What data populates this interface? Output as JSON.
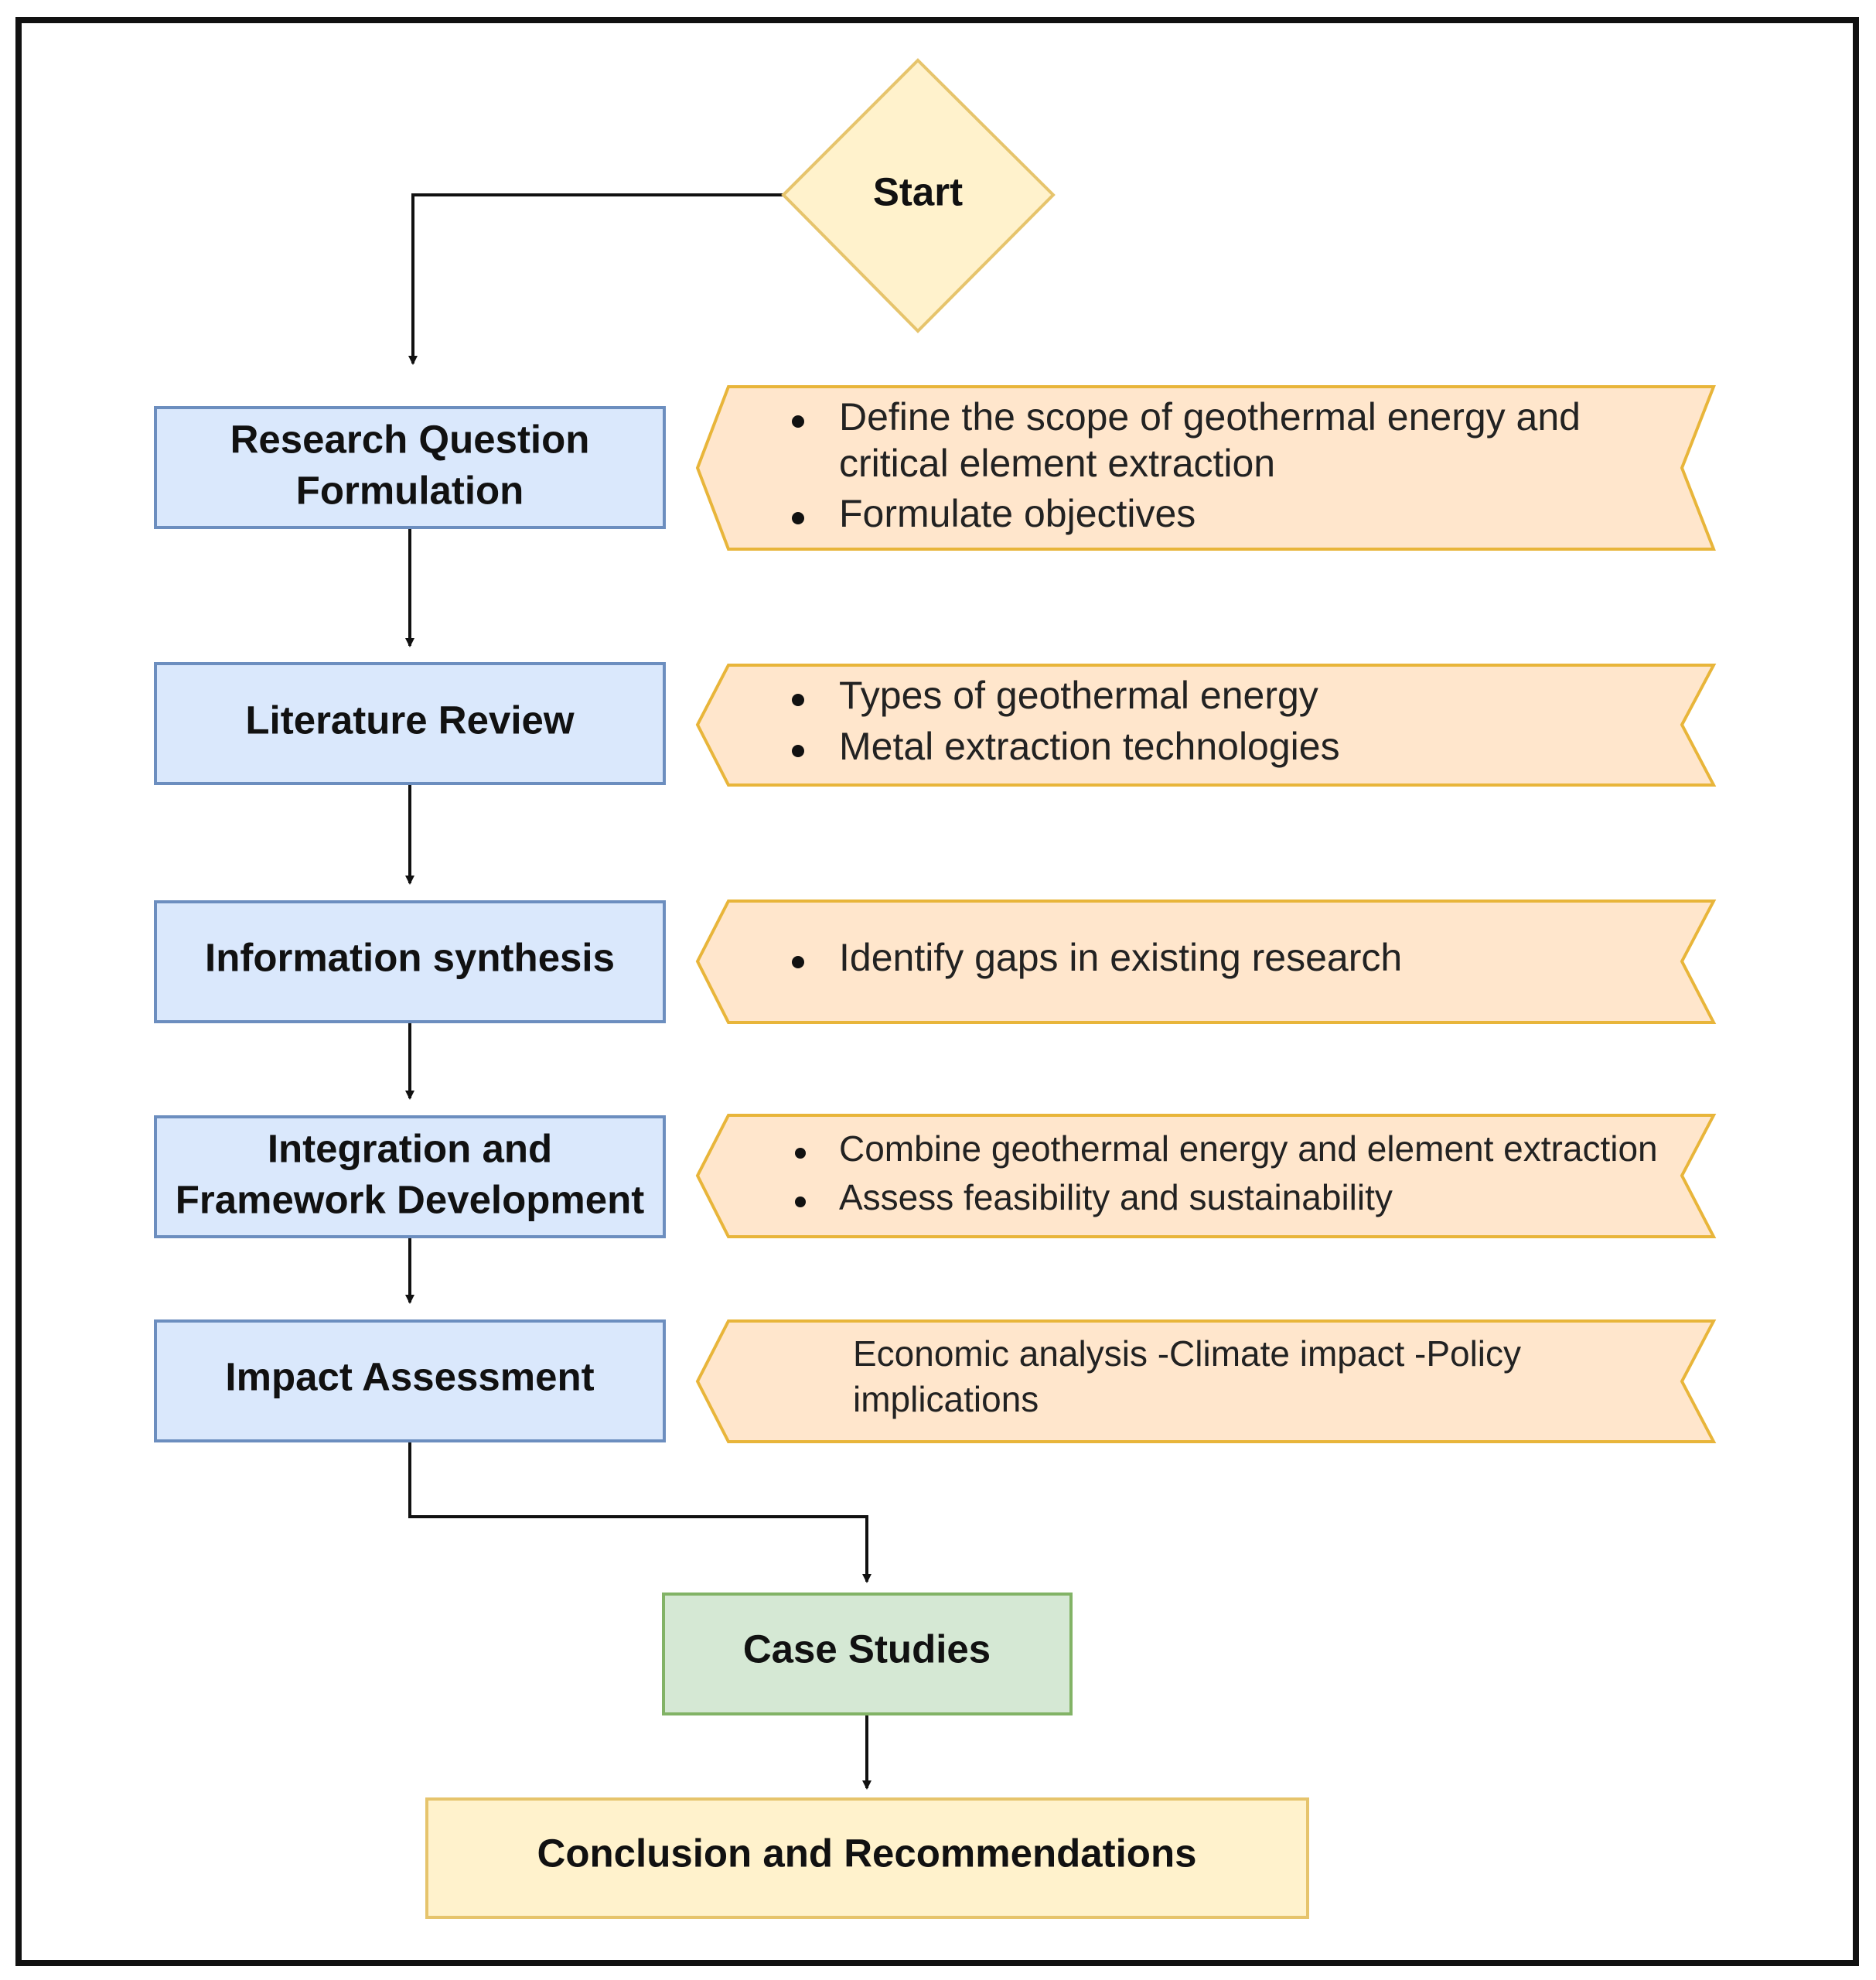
{
  "start": {
    "label": "Start"
  },
  "steps": [
    {
      "lines": [
        "Research Question",
        "Formulation"
      ]
    },
    {
      "lines": [
        "Literature Review"
      ]
    },
    {
      "lines": [
        "Information synthesis"
      ]
    },
    {
      "lines": [
        "Integration and",
        "Framework Development"
      ]
    },
    {
      "lines": [
        "Impact Assessment"
      ]
    }
  ],
  "notes": [
    {
      "bullets": [
        "Define the scope of geothermal energy and critical element extraction",
        "Formulate objectives"
      ],
      "line1": "Define the scope of geothermal energy and",
      "line2": "critical element extraction",
      "line3": "Formulate objectives"
    },
    {
      "bullets": [
        "Types of geothermal energy",
        "Metal extraction technologies"
      ]
    },
    {
      "bullets": [
        "Identify gaps in existing research"
      ]
    },
    {
      "bullets": [
        "Combine geothermal energy and element extraction",
        "Assess feasibility and sustainability"
      ]
    },
    {
      "lines": [
        "Economic analysis -Climate impact -Policy",
        "implications"
      ]
    }
  ],
  "case_studies": {
    "label": "Case Studies"
  },
  "conclusion": {
    "label": "Conclusion and Recommendations"
  },
  "colors": {
    "step_fill": "#dae8fc",
    "step_stroke": "#6c8ebf",
    "note_fill": "#ffe6cc",
    "note_stroke": "#e8b53a",
    "start_fill": "#fff2cc",
    "start_stroke": "#e6c46c",
    "case_fill": "#d5e8d4",
    "case_stroke": "#82b366",
    "conclusion_fill": "#fff2cc",
    "conclusion_stroke": "#e6c46c"
  }
}
